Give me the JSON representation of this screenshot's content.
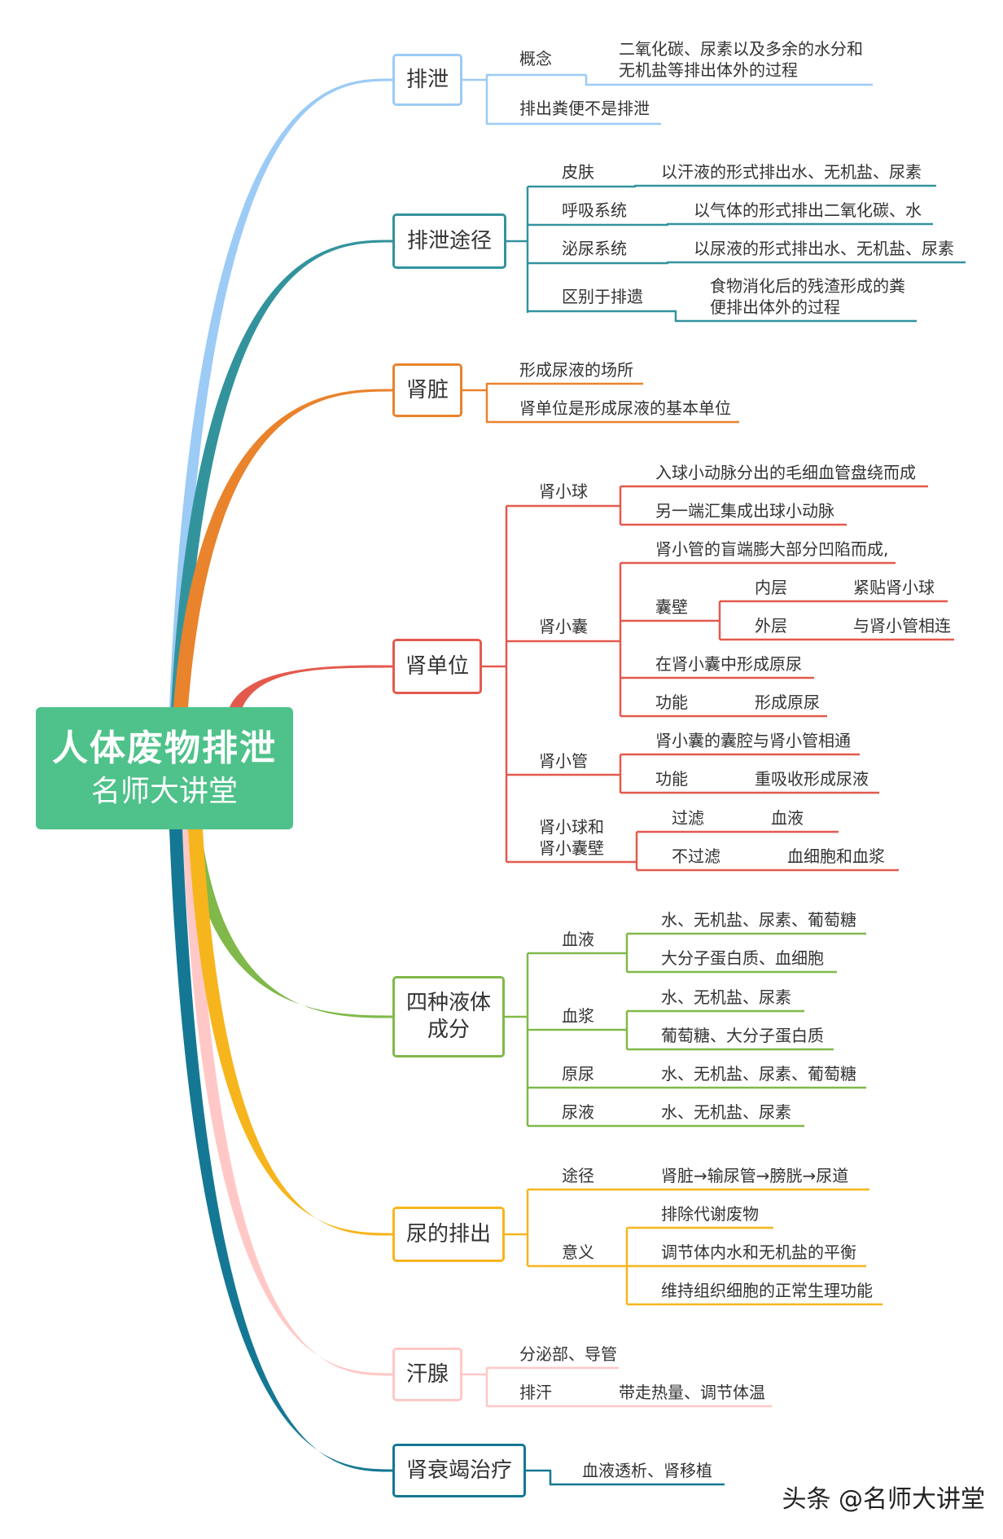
{
  "root": {
    "title": "人体废物排泄",
    "subtitle": "名师大讲堂"
  },
  "watermark": "头条 @名师大讲堂",
  "colors": {
    "excretion": "#9ccbf6",
    "routes": "#33939d",
    "kidney": "#e9832c",
    "nephron": "#e35a4d",
    "fluids": "#80b94a",
    "urine": "#f6b51c",
    "sweat": "#ffc8c6",
    "treatment": "#147894",
    "root_bg": "#4ec28a"
  },
  "branches": {
    "excretion": {
      "label": "排泄",
      "concept": "概念",
      "concept_text_1": "二氧化碳、尿素以及多余的水分和",
      "concept_text_2": "无机盐等排出体外的过程",
      "note": "排出粪便不是排泄"
    },
    "routes": {
      "label": "排泄途径",
      "skin": "皮肤",
      "skin_text": "以汗液的形式排出水、无机盐、尿素",
      "resp": "呼吸系统",
      "resp_text": "以气体的形式排出二氧化碳、水",
      "urinary": "泌尿系统",
      "urinary_text": "以尿液的形式排出水、无机盐、尿素",
      "diff": "区别于排遗",
      "diff_text_1": "食物消化后的残渣形成的粪",
      "diff_text_2": "便排出体外的过程"
    },
    "kidney": {
      "label": "肾脏",
      "item1": "形成尿液的场所",
      "item2": "肾单位是形成尿液的基本单位"
    },
    "nephron": {
      "label": "肾单位",
      "glomerulus": "肾小球",
      "glom_1": "入球小动脉分出的毛细血管盘绕而成",
      "glom_2": "另一端汇集成出球小动脉",
      "capsule": "肾小囊",
      "cap_1": "肾小管的盲端膨大部分凹陷而成,",
      "wall": "囊壁",
      "inner": "内层",
      "inner_text": "紧贴肾小球",
      "outer": "外层",
      "outer_text": "与肾小管相连",
      "cap_2": "在肾小囊中形成原尿",
      "cap_func": "功能",
      "cap_func_text": "形成原尿",
      "tubule": "肾小管",
      "tub_1": "肾小囊的囊腔与肾小管相通",
      "tub_func": "功能",
      "tub_func_text": "重吸收形成尿液",
      "filter_head_1": "肾小球和",
      "filter_head_2": "肾小囊壁",
      "filter": "过滤",
      "filter_text": "血液",
      "nofilter": "不过滤",
      "nofilter_text": "血细胞和血浆"
    },
    "fluids": {
      "label": "四种液体\n成分",
      "blood": "血液",
      "blood_1": "水、无机盐、尿素、葡萄糖",
      "blood_2": "大分子蛋白质、血细胞",
      "plasma": "血浆",
      "plasma_1": "水、无机盐、尿素",
      "plasma_2": "葡萄糖、大分子蛋白质",
      "primary": "原尿",
      "primary_text": "水、无机盐、尿素、葡萄糖",
      "urine": "尿液",
      "urine_text": "水、无机盐、尿素"
    },
    "urine_out": {
      "label": "尿的排出",
      "path": "途径",
      "path_text": "肾脏→输尿管→膀胱→尿道",
      "meaning": "意义",
      "m1": "排除代谢废物",
      "m2": "调节体内水和无机盐的平衡",
      "m3": "维持组织细胞的正常生理功能"
    },
    "sweat": {
      "label": "汗腺",
      "part": "分泌部、导管",
      "sweat": "排汗",
      "sweat_text": "带走热量、调节体温"
    },
    "treatment": {
      "label": "肾衰竭治疗",
      "text": "血液透析、肾移植"
    }
  }
}
